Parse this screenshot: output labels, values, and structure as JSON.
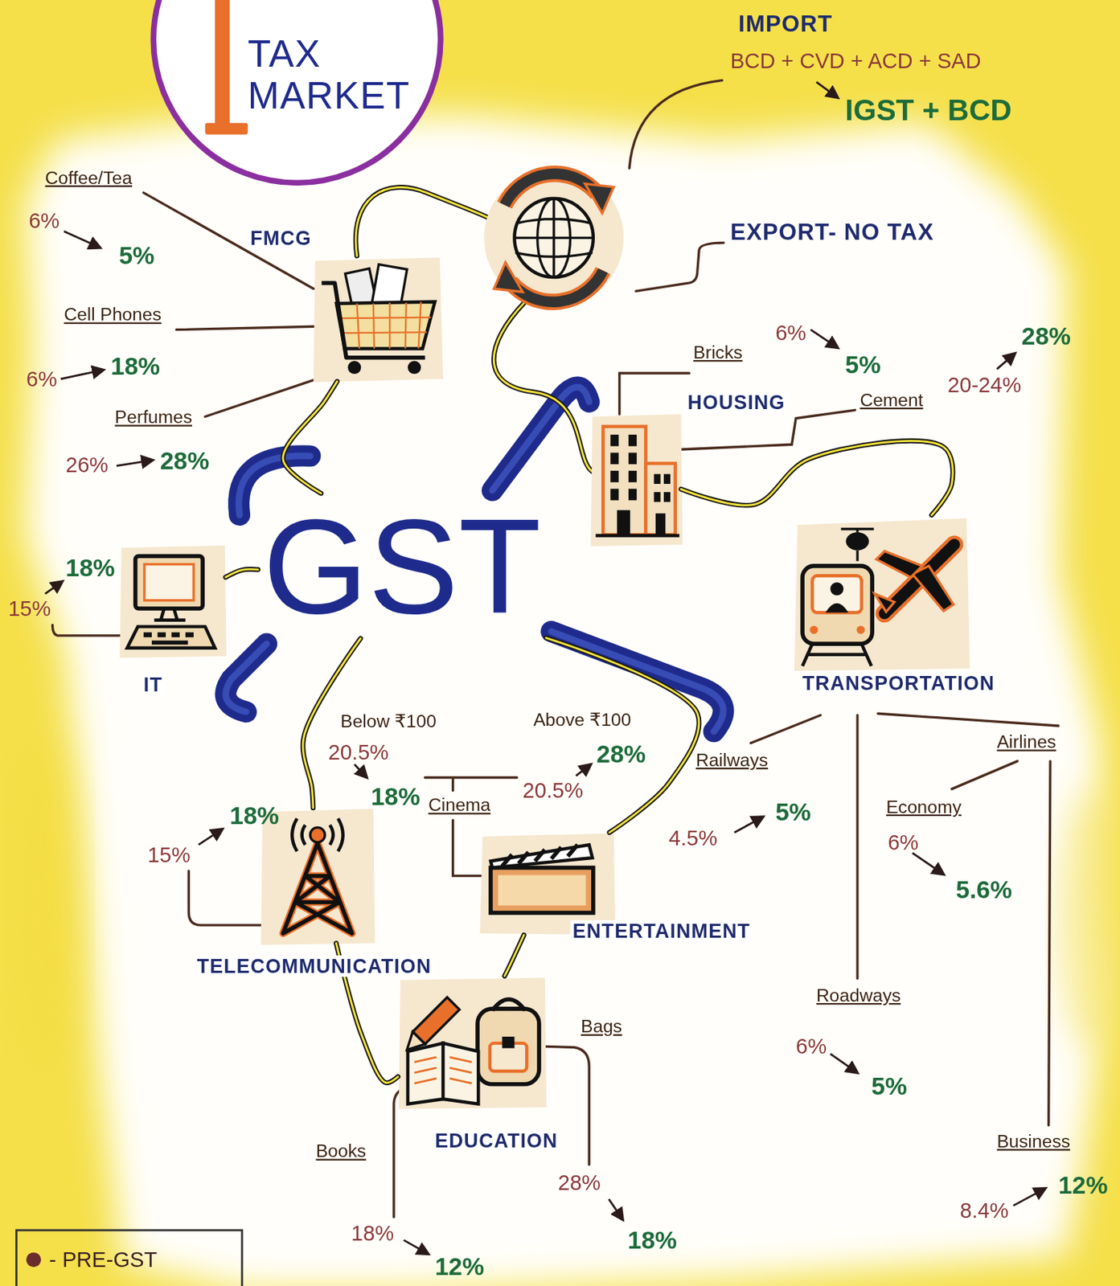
{
  "diagram": {
    "title": "TAX MARKET",
    "nodes": [
      {
        "text": [
          "GST"
        ]
      },
      {
        "text": [
          "FMCG"
        ]
      },
      {
        "text": [
          "HOUSING"
        ]
      },
      {
        "text": [
          "IT"
        ]
      },
      {
        "text": [
          "TRANSPORTATION"
        ]
      },
      {
        "text": [
          "TELECOMMUNICATION"
        ]
      },
      {
        "text": [
          "ENTERTAINMENT"
        ]
      },
      {
        "text": [
          "EDUCATION"
        ]
      }
    ],
    "edges": [
      {
        "from": 0,
        "to": 1,
        "arrow": "none"
      },
      {
        "from": 0,
        "to": 3,
        "arrow": "none"
      },
      {
        "from": 0,
        "to": 5,
        "arrow": "none"
      },
      {
        "from": 0,
        "to": 6,
        "arrow": "none"
      },
      {
        "from": 6,
        "to": 7,
        "arrow": "none"
      },
      {
        "from": 5,
        "to": 7,
        "arrow": "none"
      },
      {
        "from": 2,
        "to": 4,
        "arrow": "none"
      }
    ],
    "labels": [
      "IMPORT",
      "BCD + CVD + ACD + SAD",
      "IGST + BCD",
      "Coffee/Tea",
      "6%",
      "5%",
      "EXPORT- NO TAX",
      "Cell Phones",
      "6%",
      "18%",
      "Bricks",
      "6%",
      "5%",
      "28%",
      "Cement",
      "20-24%",
      "Perfumes",
      "26%",
      "28%",
      "18%",
      "15%",
      "Below ₹100",
      "Above ₹100",
      "20.5%",
      "18%",
      "28%",
      "Cinema",
      "20.5%",
      "Railways",
      "Airlines",
      "4.5%",
      "5%",
      "Economy",
      "6%",
      "5.6%",
      "18%",
      "15%",
      "Bags",
      "Roadways",
      "6%",
      "5%",
      "Books",
      "Business",
      "28%",
      "18%",
      "8.4%",
      "12%",
      "18%",
      "12%"
    ],
    "legend": [
      {
        "text": "- PRE-GST",
        "color": "#6b2c2c"
      }
    ]
  }
}
